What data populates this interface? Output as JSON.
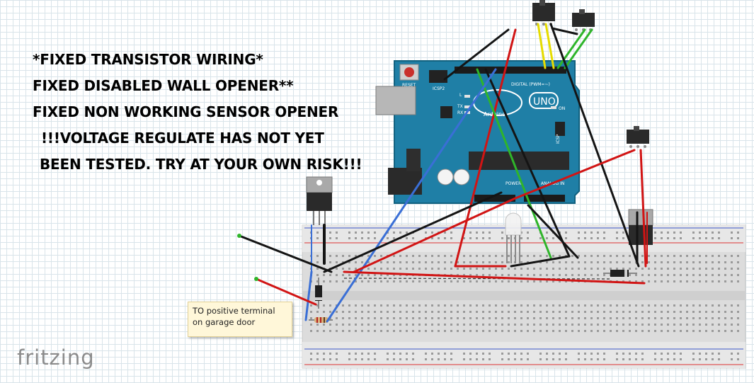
{
  "notes": [
    "*FIXED TRANSISTOR WIRING*",
    "FIXED DISABLED WALL OPENER**",
    "FIXED NON WORKING SENSOR OPENER",
    "!!!VOLTAGE REGULATE HAS NOT YET",
    "BEEN TESTED. TRY AT YOUR OWN RISK!!!"
  ],
  "sticky_note": {
    "line1": "TO positive terminal",
    "line2": "on garage door"
  },
  "logo": "fritzing",
  "board": {
    "reset_label": "RESET",
    "icsp2_label": "ICSP2",
    "icsp_label": "ICSP",
    "led_l": "L",
    "led_tx": "TX",
    "led_rx": "RX",
    "on_label": "ON",
    "uno_label": "UNO",
    "arduino_label": "Arduino",
    "digital_label": "DIGITAL (PWM=~)",
    "power_label": "POWER",
    "analog_label": "ANALOG IN"
  },
  "colors": {
    "board": "#1f7fa6",
    "board_edge": "#12617f",
    "wire_red": "#d11414",
    "wire_black": "#141414",
    "wire_green": "#2fb52a",
    "wire_yellow": "#e6dc00",
    "wire_blue": "#3a6fd6"
  }
}
